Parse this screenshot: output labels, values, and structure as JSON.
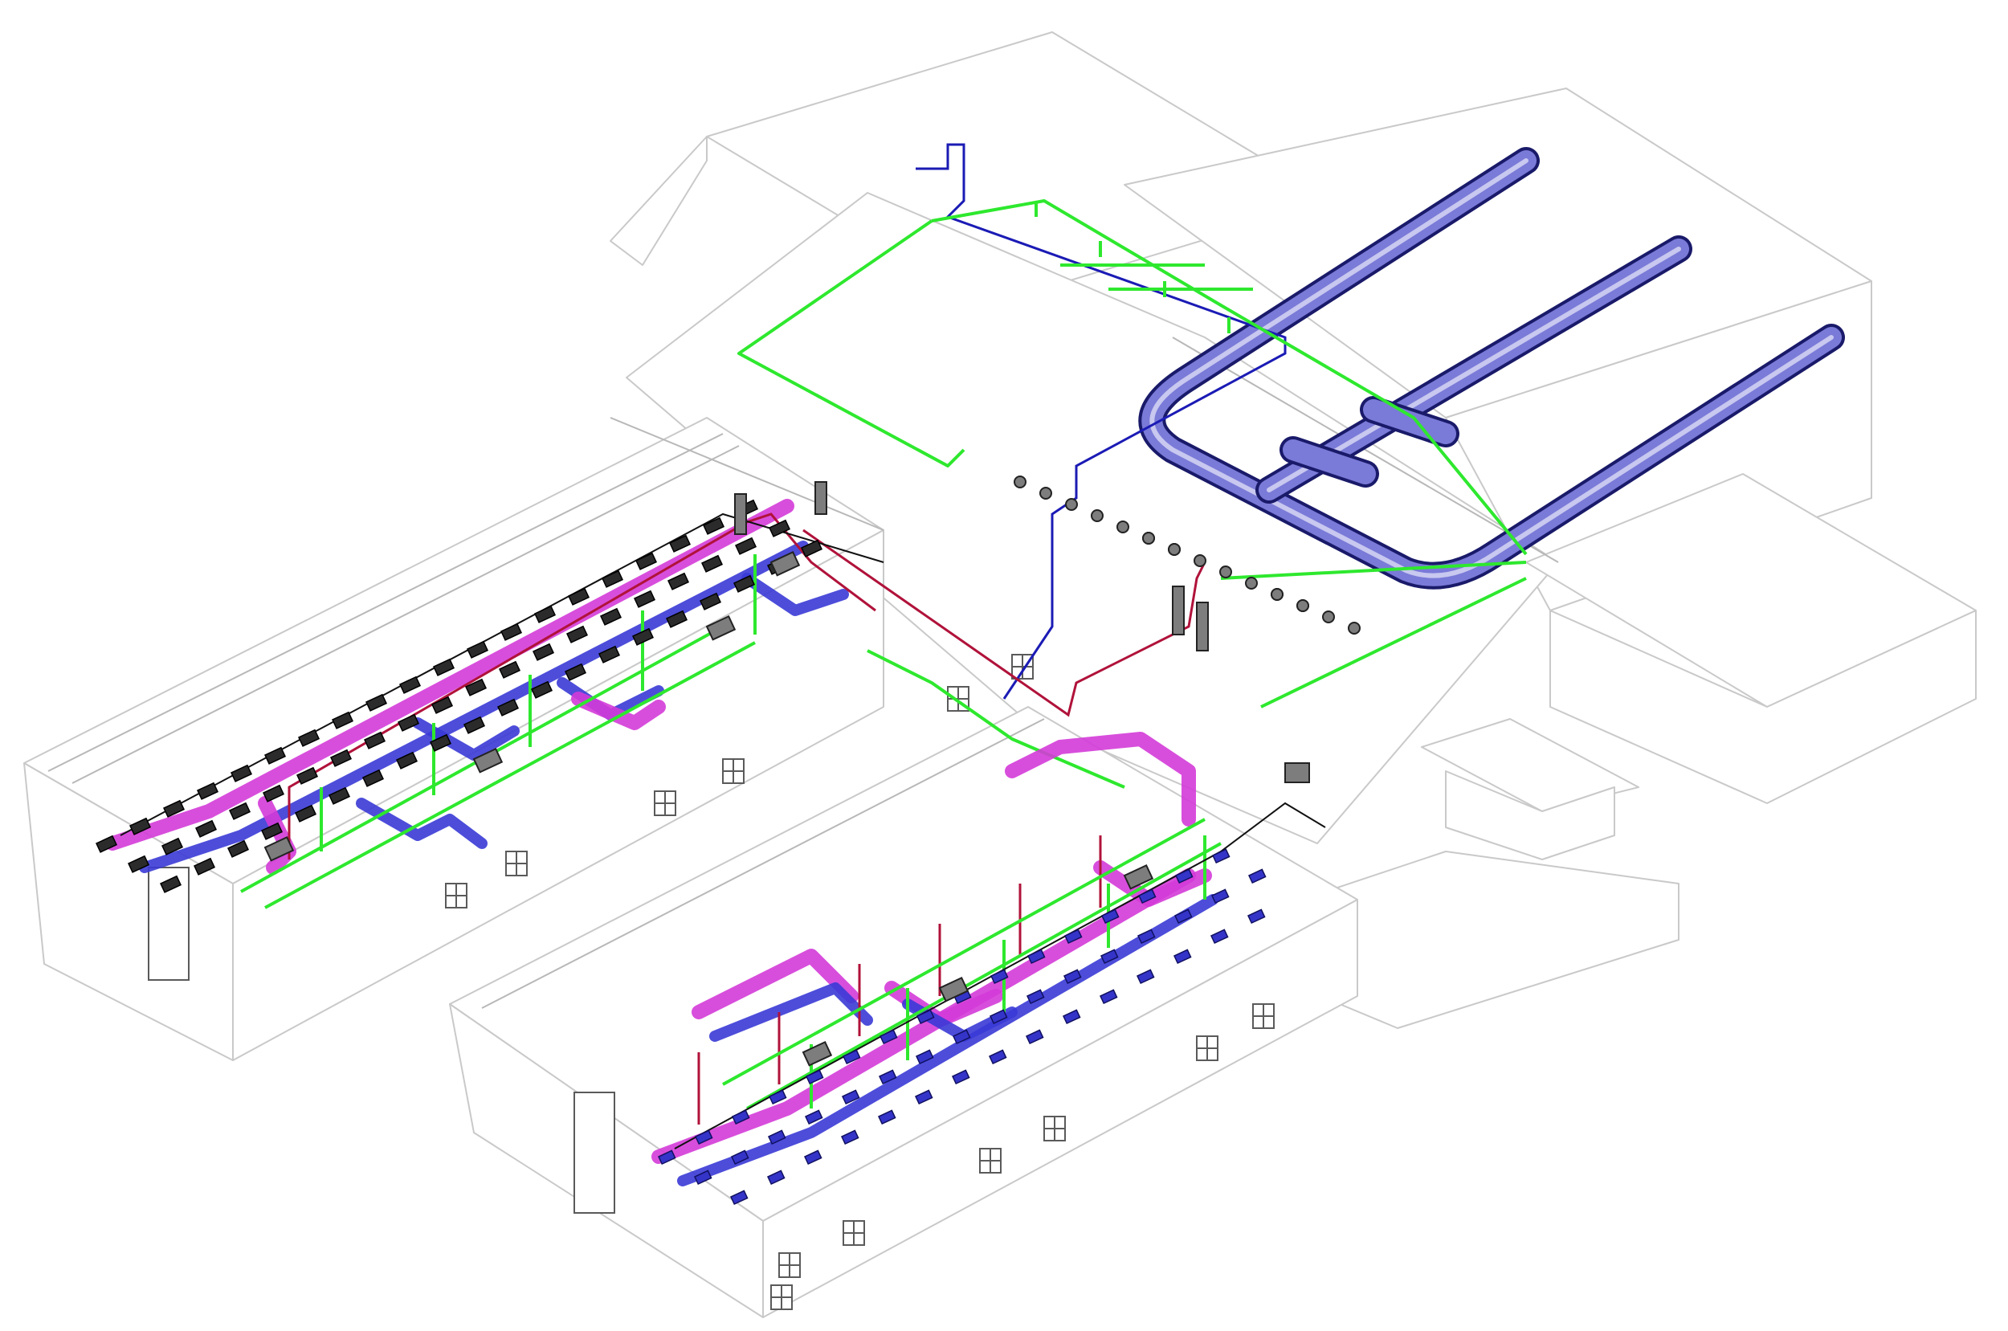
{
  "drawing": {
    "view": "isometric-mep-building-model",
    "text_labels": []
  },
  "systems": {
    "chilled_main": {
      "color": "#5a5acb"
    },
    "condensate_drain": {
      "color": "#2ee82e"
    },
    "supply_air_duct": {
      "color": "#d43bd8"
    },
    "return_air_duct": {
      "color": "#3a3ad6"
    },
    "refrigerant_line": {
      "color": "#b0123a"
    },
    "control_wiring": {
      "color": "#111111"
    },
    "building_outline": {
      "color": "#c9c9c9"
    }
  },
  "equipment": {
    "indoor_units_left_wing": 60,
    "indoor_units_right_wing": 48,
    "plant_room_units": 28
  }
}
